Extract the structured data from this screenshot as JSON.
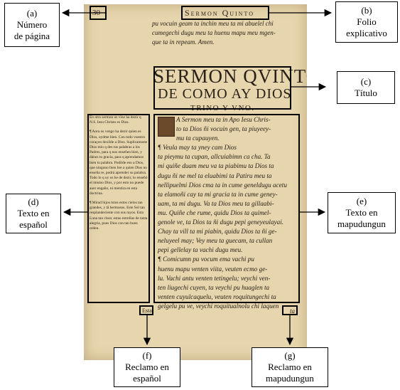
{
  "page": {
    "page_number": "30",
    "folio": "Sermon Quinto",
    "top_lines": [
      "pu vocuin geam ta inchin meu ta mi abuelel chi",
      "cumegechi dugu meu ta huenu mapu meu mgen-",
      "que ta in repeam. Amen."
    ],
    "title_line1": "SERMON QVINTO",
    "title_line2": "DE COMO AY DIOS",
    "title_line3": "TRINO Y VNO.",
    "spanish_paragraphs": [
      "En otro sermon os vine ha dezir q N.S. Iesu Christo es Dios.",
      "¶ Aora os vengo ha dezir quien es Dios, oydme bien. Con todo vuestro coraçon dexilde a Dios. Suplicamoste Dios mio q des tus palabras a los Padres, para q nos enseñen bien, y dános tu gracia, para q aprendamos bien tu palabra. Podilde eso a Dios, que ninguno bien bre a quien Dios no enseña re, podrá aprender su palabra. Todo lo q oy os he de dezir, lo enseñó el mismo Dios, y por esto no puede auer engaño, ni mentira en esta doctrina.",
      "¶ Mirad hijos mios estos cielos tan grandes, y tã hermosos. Este Sol tan resplandeciente con sus rayos. Esta Luna tan clara: estas estrellas de tanta alegria, pues Dios con tan buen orden."
    ],
    "mapudungun_lines": [
      "A Sermon meu ta in Apo Iesu Chris-",
      "to ta Dios ñi vocuin gen, ta piuyeey-",
      "mu ta cupauyen.",
      "¶ Veula may ta yney cam Dios",
      "ta pieymu ta cupan, allcuiabimn ca cha.  Ta",
      "mi quiñe duam meu va ta piabimu ta Dios ta",
      "dugu ñi ne mel ta eluabimi ta Patiru meu ta",
      "nellipuelmi Dios cma ta in cume geneldugu acetu",
      "ta elamoñi cay ta mi gracia ta in cume geney-",
      "uam, ta mi dugu. Va ta Dios meu ta gillaabi-",
      "mu.  Quiñe che rume, quidu Dios ta quimel-",
      "genole ve, ta Dios ta ñi dugu pepi geneyeulayai.",
      "Chay ta vill ta mi piabin, quidu Dios ta ñi ge-",
      "neluyeel may; Vey meu ta guecam, ta cullan",
      "pepi gellelay ta vachi dugu meu.",
      "¶ Comicumn pu vocum ema vachi pu",
      "huenu mapu venten viita, veuten ecmo ge-",
      "lu. Vachi antu venten tetingelu; veychi ven-",
      "ten liugechi cuyen, ta veychi pu huaglen ta",
      "venten cuyulcaquelu, veuten roquitungechi ta",
      "gelgelu pu ve, veychi roquitualnolu chi laquen"
    ],
    "catchword_es": "Esta",
    "catchword_mp": "ta"
  },
  "callouts": {
    "a": {
      "letter": "(a)",
      "line1": "Número",
      "line2": "de página"
    },
    "b": {
      "letter": "(b)",
      "line1": "Folio",
      "line2": "explicativo"
    },
    "c": {
      "letter": "(c)",
      "line1": "Título",
      "line2": ""
    },
    "d": {
      "letter": "(d)",
      "line1": "Texto en",
      "line2": "español"
    },
    "e": {
      "letter": "(e)",
      "line1": "Texto en",
      "line2": "mapudungun"
    },
    "f": {
      "letter": "(f)",
      "line1": "Reclamo en",
      "line2": "español"
    },
    "g": {
      "letter": "(g)",
      "line1": "Reclamo en",
      "line2": "mapudungun"
    }
  },
  "colors": {
    "page_bg": "#e6d5ad",
    "ink": "#2a2117",
    "frame": "#000000"
  }
}
